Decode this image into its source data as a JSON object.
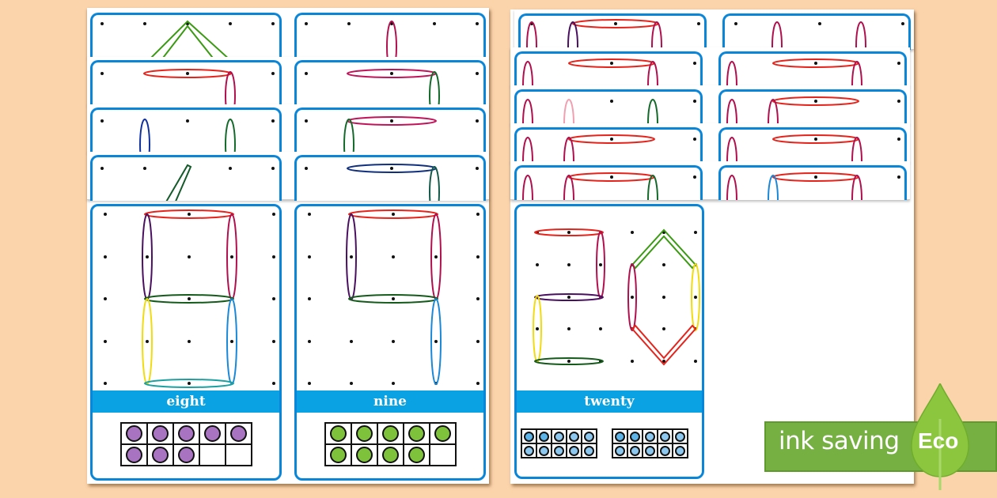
{
  "page": {
    "background": "#fcd4ac"
  },
  "left_sheet": {
    "cards": [
      {
        "number_word": "eight",
        "count": 8,
        "counter_color": "#a874c2",
        "frame_cells": 10
      },
      {
        "number_word": "nine",
        "count": 9,
        "counter_color": "#7ec13a",
        "frame_cells": 10
      }
    ]
  },
  "right_sheet": {
    "cards": [
      {
        "number_word": "twenty",
        "count": 20,
        "counter_color": "#8cc8f0",
        "frame_cells": 20
      }
    ]
  },
  "badge": {
    "text": "ink saving",
    "eco_label": "Eco",
    "color": "#76b043"
  }
}
